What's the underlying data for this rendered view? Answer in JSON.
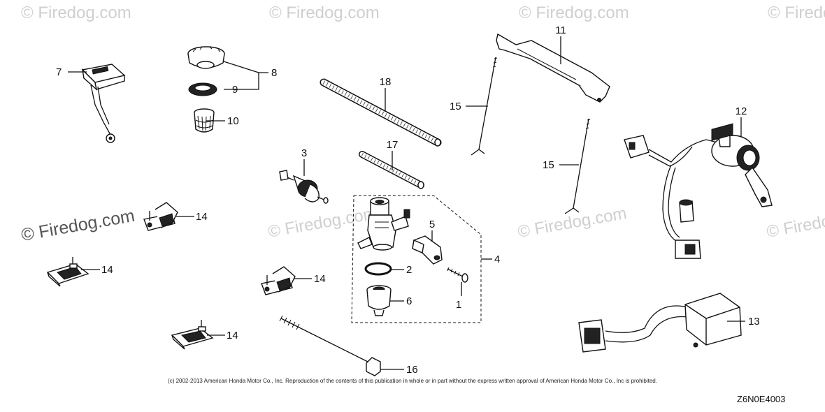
{
  "watermark": {
    "small": "© Firedog.com",
    "large": "© Firedog.com"
  },
  "callouts": [
    "1",
    "2",
    "3",
    "4",
    "5",
    "6",
    "7",
    "8",
    "9",
    "10",
    "11",
    "12",
    "13",
    "14",
    "15",
    "16",
    "17",
    "18"
  ],
  "copyright": "(c) 2002-2013 American Honda Motor Co., Inc. Reproduction of the contents of this publication in whole or in part without the express written approval of American Honda Motor Co., Inc is prohibited.",
  "diagram_code": "Z6N0E4003"
}
